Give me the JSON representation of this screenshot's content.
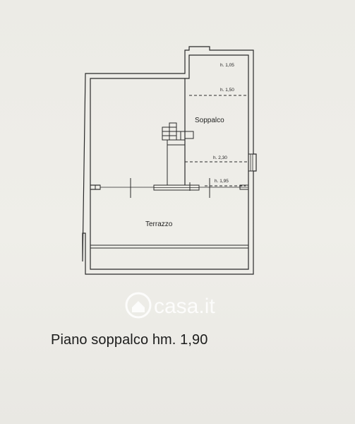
{
  "plan": {
    "rooms": {
      "soppalco": "Soppalco",
      "terrazzo": "Terrazzo"
    },
    "heights": {
      "h1": "h. 1,05",
      "h2": "h. 1,50",
      "h3": "h. 2,30",
      "h4": "h. 1,95"
    },
    "watermark": "casa.it",
    "caption": "Piano soppalco hm. 1,90"
  },
  "colors": {
    "line": "#2a2a2a",
    "paper": "#eeede8",
    "watermark": "#ffffff"
  }
}
